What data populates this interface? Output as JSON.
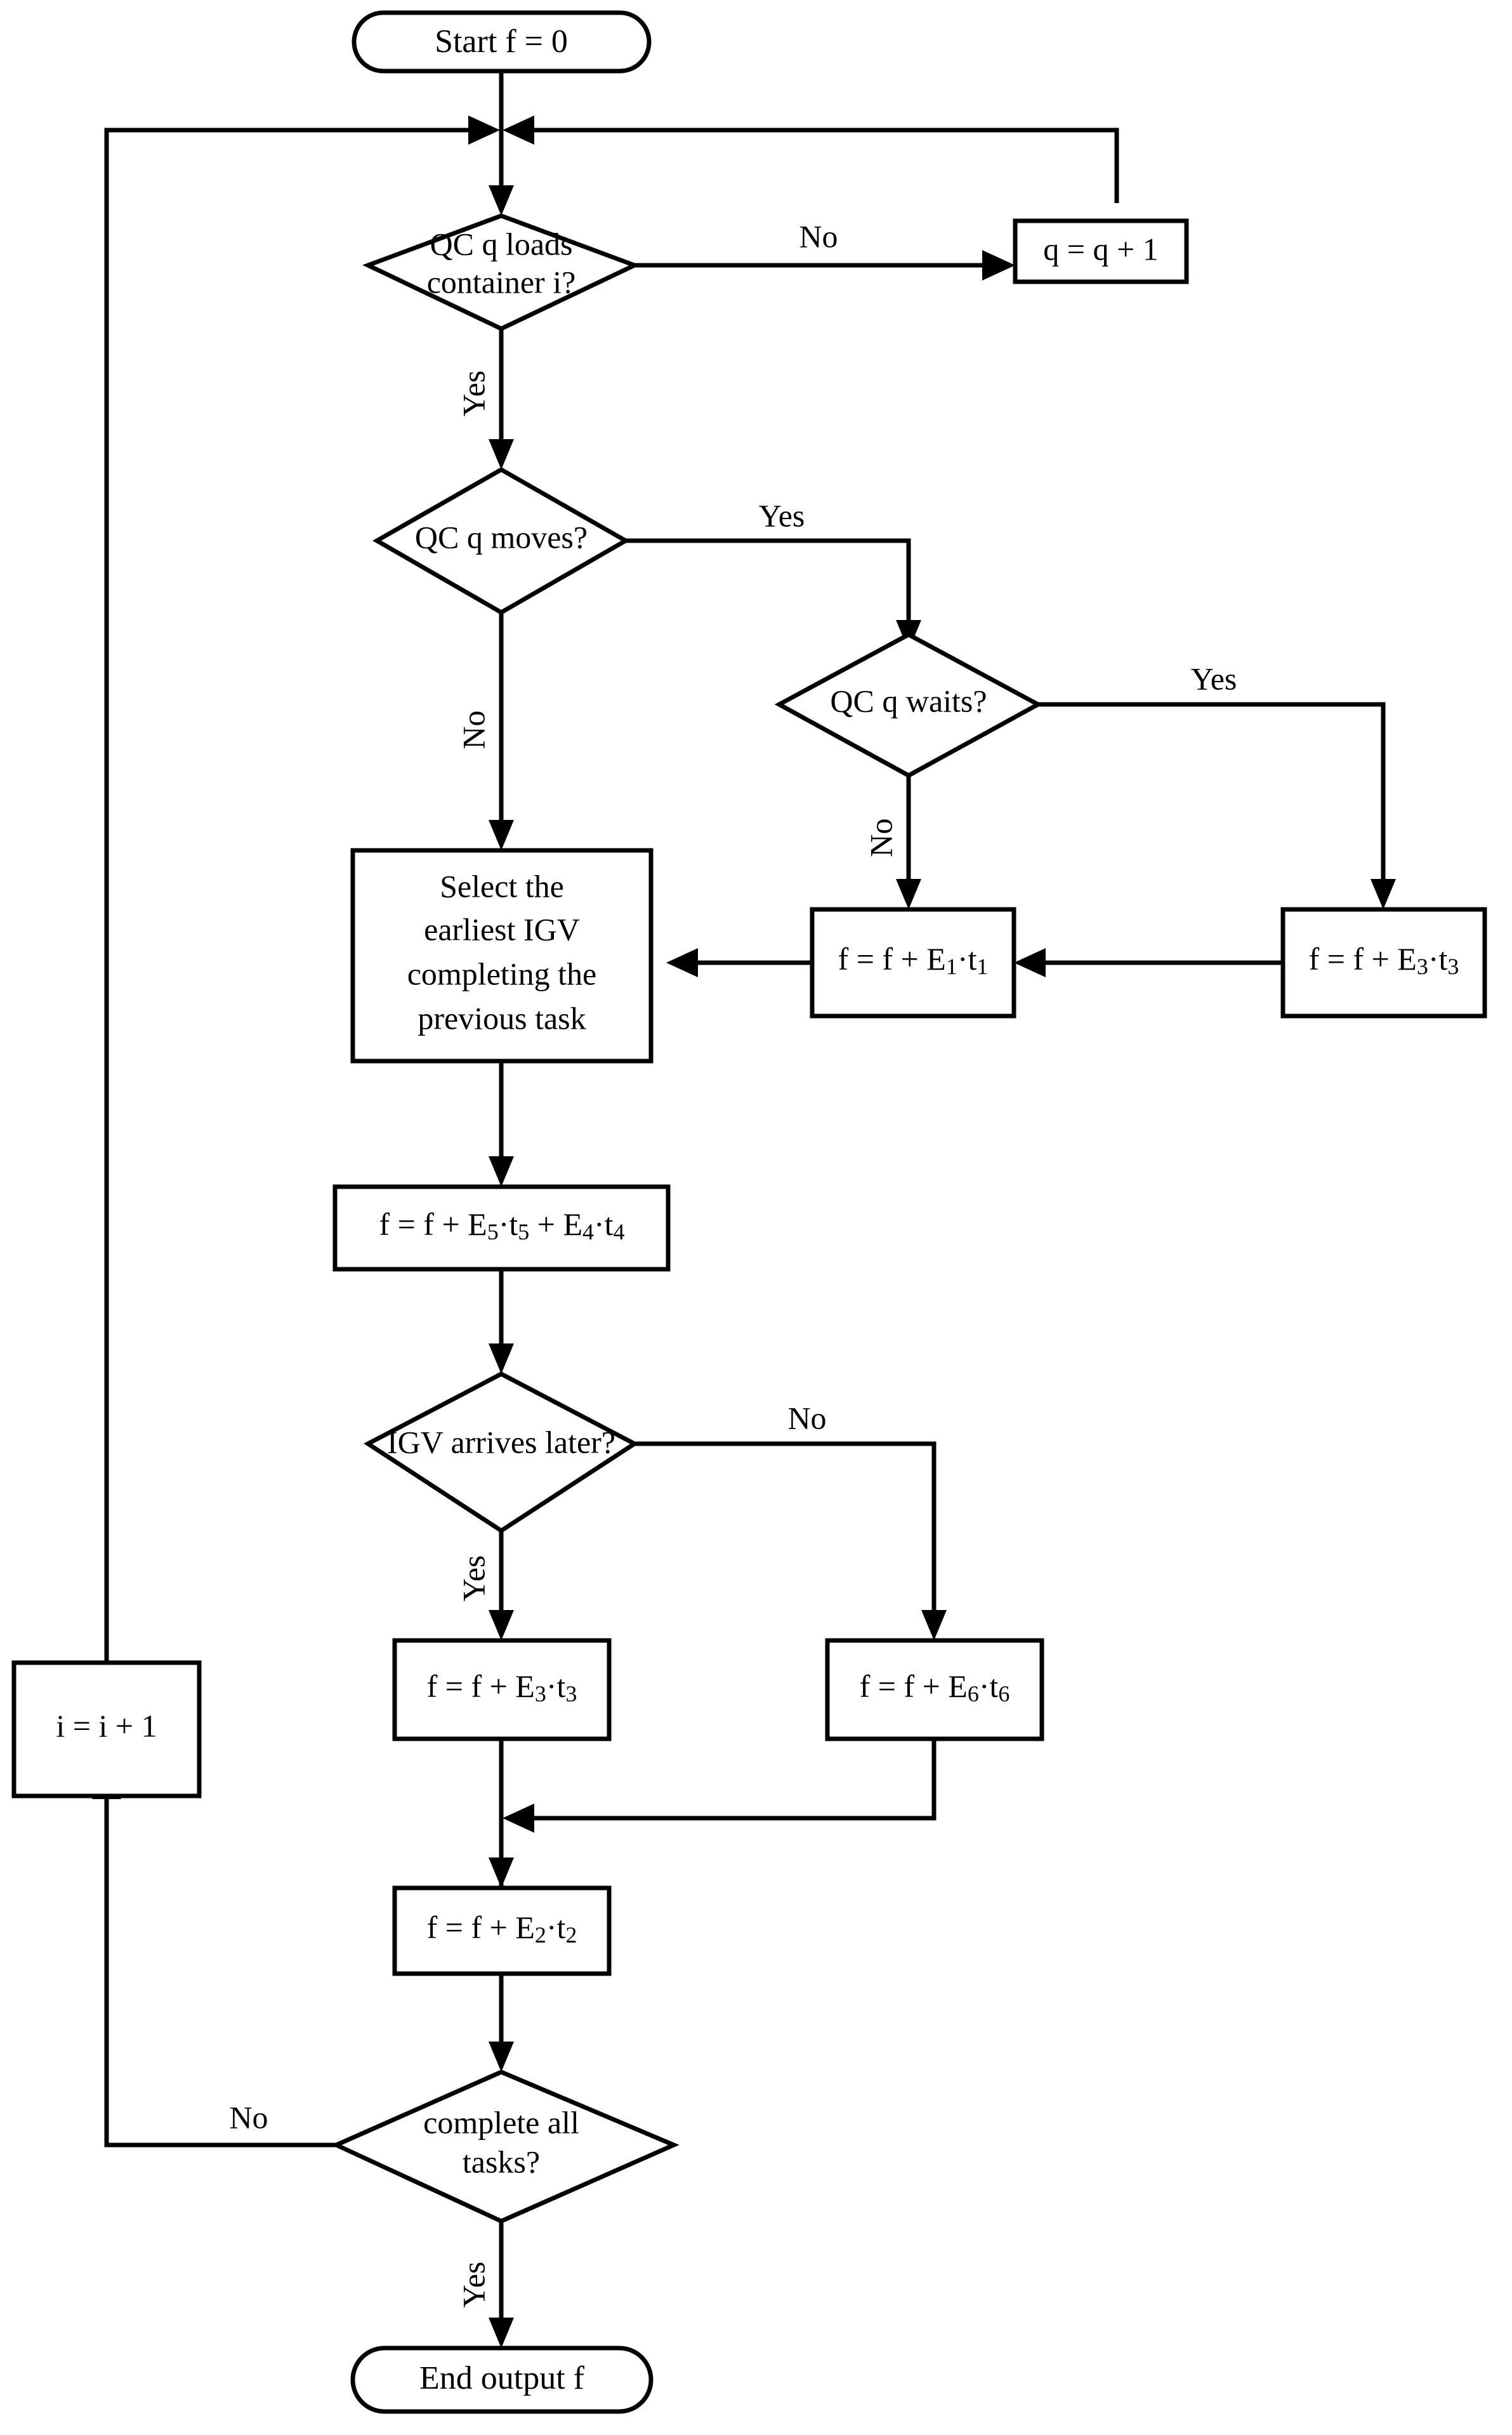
{
  "diagram": {
    "title": "IGV and QC scheduling objective-function evaluation flowchart",
    "type": "flowchart",
    "colors": {
      "background": "#ffffff",
      "stroke": "#000000",
      "fill": "#ffffff"
    }
  },
  "nodes": {
    "start": {
      "shape": "terminal",
      "text": "Start  f = 0"
    },
    "d_loads": {
      "shape": "decision",
      "line1": "QC q loads",
      "line2": "container i?"
    },
    "q_inc": {
      "shape": "process",
      "text": "q = q + 1"
    },
    "d_moves": {
      "shape": "decision",
      "text": "QC q moves?"
    },
    "d_waits": {
      "shape": "decision",
      "text": "QC q waits?"
    },
    "f_e1t1": {
      "shape": "process",
      "prefix": "f = f + E",
      "sub1": "1",
      "mid": "·t",
      "sub2": "1"
    },
    "f_e3t3_top": {
      "shape": "process",
      "prefix": "f = f + E",
      "sub1": "3",
      "mid": "·t",
      "sub2": "3"
    },
    "select_igv": {
      "shape": "process",
      "line1": "Select the",
      "line2": "earliest IGV",
      "line3": "completing the",
      "line4": "previous task"
    },
    "f_e5t5_e4t4": {
      "shape": "process",
      "prefix": "f = f + E",
      "sub1": "5",
      "mid1": "·t",
      "sub2": "5",
      "mid2": " + E",
      "sub3": "4",
      "mid3": "·t",
      "sub4": "4"
    },
    "d_arrives": {
      "shape": "decision",
      "text": "IGV arrives later?"
    },
    "f_e3t3_bottom": {
      "shape": "process",
      "prefix": "f = f + E",
      "sub1": "3",
      "mid": "·t",
      "sub2": "3"
    },
    "f_e6t6": {
      "shape": "process",
      "prefix": "f = f + E",
      "sub1": "6",
      "mid": "·t",
      "sub2": "6"
    },
    "f_e2t2": {
      "shape": "process",
      "prefix": "f = f + E",
      "sub1": "2",
      "mid": "·t",
      "sub2": "2"
    },
    "d_complete": {
      "shape": "decision",
      "line1": "complete all",
      "line2": "tasks?"
    },
    "i_inc": {
      "shape": "process",
      "text": "i = i + 1"
    },
    "end": {
      "shape": "terminal",
      "text": "End   output f"
    }
  },
  "edge_labels": {
    "loads_no": "No",
    "loads_yes": "Yes",
    "moves_yes": "Yes",
    "moves_no": "No",
    "waits_yes": "Yes",
    "waits_no": "No",
    "arrives_no": "No",
    "arrives_yes": "Yes",
    "complete_no": "No",
    "complete_yes": "Yes"
  }
}
